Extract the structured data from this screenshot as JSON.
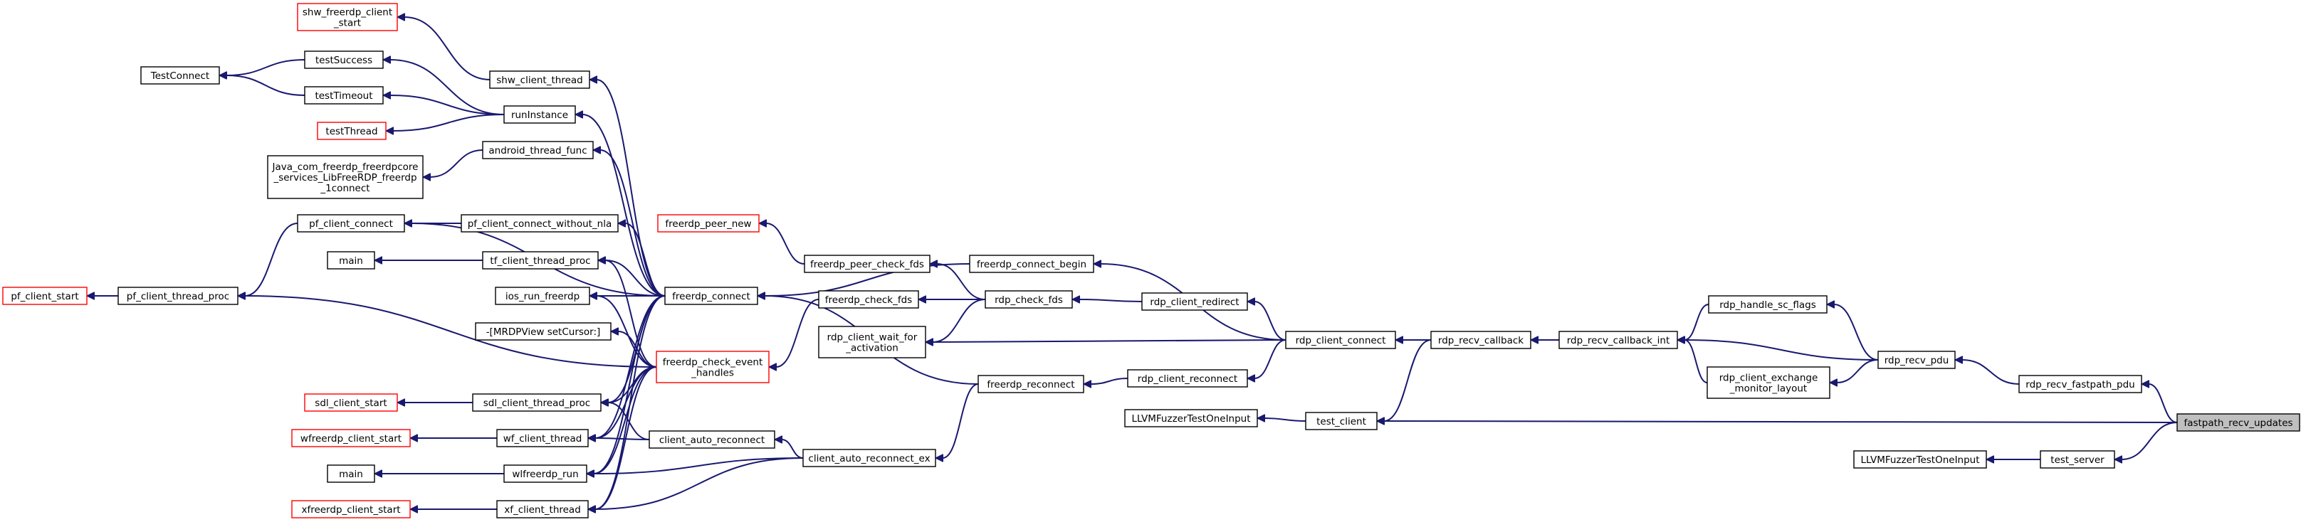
{
  "diagram": {
    "colors": {
      "edge": "#191970",
      "node_border": "#000000",
      "truncated_border": "#ff0000",
      "highlight_fill": "#bfbfbf"
    },
    "nodes": {
      "shw_freerdp_client_start": {
        "lines": [
          "shw_freerdp_client",
          "_start"
        ],
        "truncated": true
      },
      "shw_client_thread": {
        "lines": [
          "shw_client_thread"
        ]
      },
      "TestConnect": {
        "lines": [
          "TestConnect"
        ]
      },
      "testSuccess": {
        "lines": [
          "testSuccess"
        ]
      },
      "testTimeout": {
        "lines": [
          "testTimeout"
        ]
      },
      "testThread": {
        "lines": [
          "testThread"
        ],
        "truncated": true
      },
      "runInstance": {
        "lines": [
          "runInstance"
        ]
      },
      "android_thread_func": {
        "lines": [
          "android_thread_func"
        ]
      },
      "java_connect": {
        "lines": [
          "Java_com_freerdp_freerdpcore",
          "_services_LibFreeRDP_freerdp",
          "_1connect"
        ]
      },
      "pf_client_connect": {
        "lines": [
          "pf_client_connect"
        ]
      },
      "pf_client_connect_without_nla": {
        "lines": [
          "pf_client_connect_without_nla"
        ]
      },
      "main_1": {
        "lines": [
          "main"
        ]
      },
      "tf_client_thread_proc": {
        "lines": [
          "tf_client_thread_proc"
        ]
      },
      "pf_client_start": {
        "lines": [
          "pf_client_start"
        ],
        "truncated": true
      },
      "pf_client_thread_proc": {
        "lines": [
          "pf_client_thread_proc"
        ]
      },
      "ios_run_freerdp": {
        "lines": [
          "ios_run_freerdp"
        ]
      },
      "mrdpview_setcursor": {
        "lines": [
          "-[MRDPView setCursor:]"
        ]
      },
      "sdl_client_start": {
        "lines": [
          "sdl_client_start"
        ],
        "truncated": true
      },
      "sdl_client_thread_proc": {
        "lines": [
          "sdl_client_thread_proc"
        ]
      },
      "wfreerdp_client_start": {
        "lines": [
          "wfreerdp_client_start"
        ],
        "truncated": true
      },
      "wf_client_thread": {
        "lines": [
          "wf_client_thread"
        ]
      },
      "main_2": {
        "lines": [
          "main"
        ]
      },
      "wlfreerdp_run": {
        "lines": [
          "wlfreerdp_run"
        ]
      },
      "xfreerdp_client_start": {
        "lines": [
          "xfreerdp_client_start"
        ],
        "truncated": true
      },
      "xf_client_thread": {
        "lines": [
          "xf_client_thread"
        ]
      },
      "freerdp_connect": {
        "lines": [
          "freerdp_connect"
        ]
      },
      "freerdp_check_event_handles": {
        "lines": [
          "freerdp_check_event",
          "_handles"
        ],
        "truncated": true
      },
      "client_auto_reconnect": {
        "lines": [
          "client_auto_reconnect"
        ]
      },
      "client_auto_reconnect_ex": {
        "lines": [
          "client_auto_reconnect_ex"
        ]
      },
      "freerdp_peer_new": {
        "lines": [
          "freerdp_peer_new"
        ],
        "truncated": true
      },
      "freerdp_peer_check_fds": {
        "lines": [
          "freerdp_peer_check_fds"
        ]
      },
      "freerdp_check_fds": {
        "lines": [
          "freerdp_check_fds"
        ]
      },
      "rdp_client_wait_for_activation": {
        "lines": [
          "rdp_client_wait_for",
          "_activation"
        ]
      },
      "freerdp_connect_begin": {
        "lines": [
          "freerdp_connect_begin"
        ]
      },
      "rdp_check_fds": {
        "lines": [
          "rdp_check_fds"
        ]
      },
      "freerdp_reconnect": {
        "lines": [
          "freerdp_reconnect"
        ]
      },
      "rdp_client_redirect": {
        "lines": [
          "rdp_client_redirect"
        ]
      },
      "rdp_client_reconnect": {
        "lines": [
          "rdp_client_reconnect"
        ]
      },
      "rdp_client_connect": {
        "lines": [
          "rdp_client_connect"
        ]
      },
      "LLVMFuzzerTestOneInput_1": {
        "lines": [
          "LLVMFuzzerTestOneInput"
        ]
      },
      "test_client": {
        "lines": [
          "test_client"
        ]
      },
      "rdp_recv_callback": {
        "lines": [
          "rdp_recv_callback"
        ]
      },
      "rdp_recv_callback_int": {
        "lines": [
          "rdp_recv_callback_int"
        ]
      },
      "rdp_handle_sc_flags": {
        "lines": [
          "rdp_handle_sc_flags"
        ]
      },
      "rdp_client_exchange_monitor_layout": {
        "lines": [
          "rdp_client_exchange",
          "_monitor_layout"
        ]
      },
      "rdp_recv_pdu": {
        "lines": [
          "rdp_recv_pdu"
        ]
      },
      "rdp_recv_fastpath_pdu": {
        "lines": [
          "rdp_recv_fastpath_pdu"
        ]
      },
      "fastpath_recv_updates": {
        "lines": [
          "fastpath_recv_updates"
        ],
        "highlighted": true
      },
      "LLVMFuzzerTestOneInput_2": {
        "lines": [
          "LLVMFuzzerTestOneInput"
        ]
      },
      "test_server": {
        "lines": [
          "test_server"
        ]
      }
    }
  }
}
